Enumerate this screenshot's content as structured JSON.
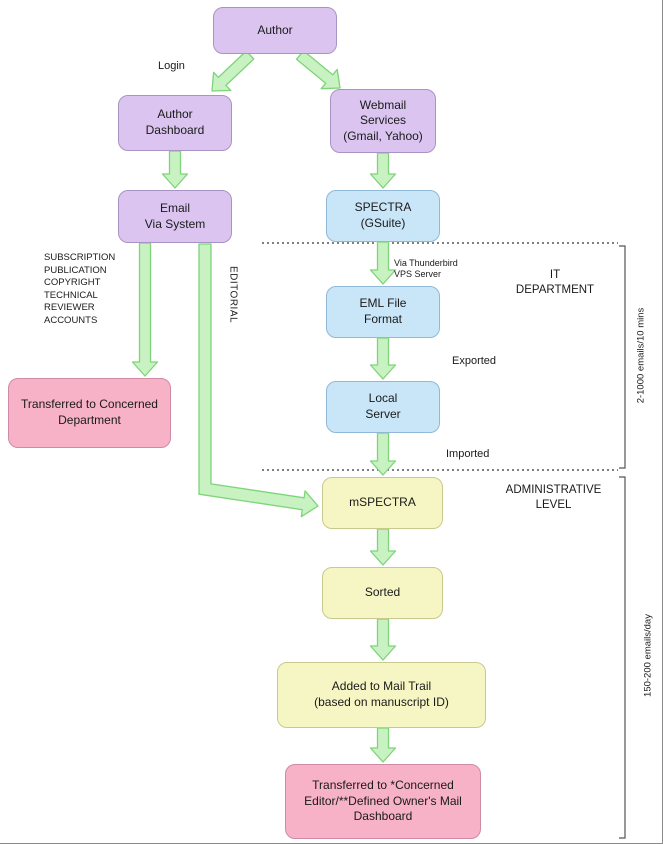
{
  "diagram": {
    "nodes": {
      "author": "Author",
      "author_dashboard": "Author\nDashboard",
      "webmail": "Webmail\nServices\n(Gmail, Yahoo)",
      "email_via_system": "Email\nVia System",
      "spectra": "SPECTRA\n(GSuite)",
      "eml_file": "EML File\nFormat",
      "local_server": "Local\nServer",
      "transferred_department": "Transferred to Concerned\nDepartment",
      "mspectra": "mSPECTRA",
      "sorted": "Sorted",
      "mail_trail": "Added to Mail Trail\n(based on manuscript ID)",
      "transferred_editor": "Transferred to *Concerned\nEditor/**Defined Owner's Mail\nDashboard"
    },
    "edge_labels": {
      "login": "Login",
      "account_types": "SUBSCRIPTION\nPUBLICATION\nCOPYRIGHT\nTECHNICAL\nREVIEWER\nACCOUNTS",
      "editorial": "EDITORIAL",
      "via_thunderbird": "Via Thunderbird\nVPS Server",
      "exported": "Exported",
      "imported": "Imported"
    },
    "sections": {
      "it_department": "IT\nDEPARTMENT",
      "administrative": "ADMINISTRATIVE\nLEVEL"
    },
    "annotations": {
      "it_rate": "2-1000 emails/10 mins",
      "admin_rate": "150-200 emails/day"
    },
    "colors": {
      "purple_fill": "#dbc5f0",
      "blue_fill": "#c9e6f8",
      "yellow_fill": "#f6f6c5",
      "pink_fill": "#f7b2c8",
      "arrow_fill": "#c9f2c2",
      "arrow_border": "#7ed479",
      "divider_color": "#333333"
    }
  }
}
